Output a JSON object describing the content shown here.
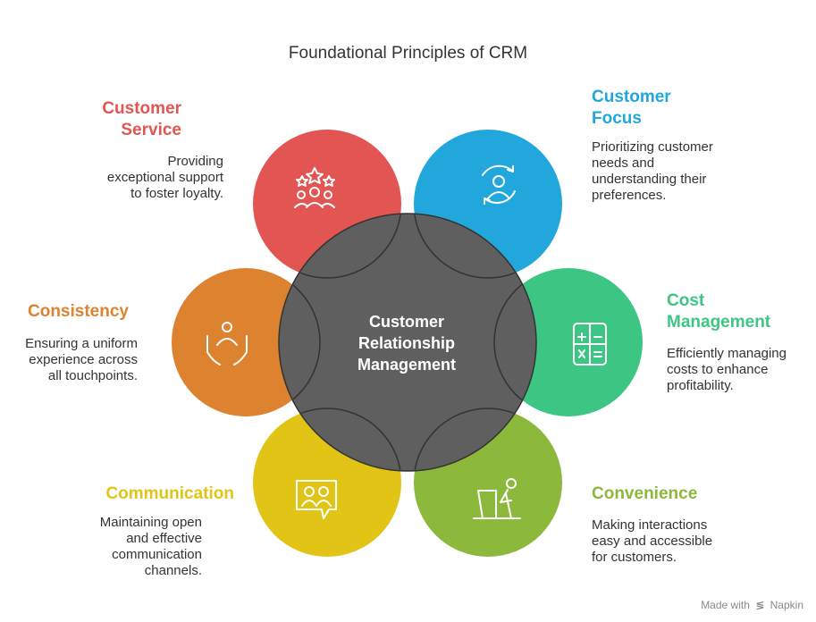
{
  "title": "Foundational Principles of CRM",
  "center": {
    "line1": "Customer",
    "line2": "Relationship",
    "line3": "Management",
    "color": "#5f5f5f"
  },
  "principles": {
    "service": {
      "line1": "Customer",
      "line2": "Service",
      "desc1": "Providing",
      "desc2": "exceptional support",
      "desc3": "to foster loyalty.",
      "color": "#e25552",
      "icon": "stars-team-icon"
    },
    "focus": {
      "line1": "Customer",
      "line2": "Focus",
      "desc1": "Prioritizing customer",
      "desc2": "needs and",
      "desc3": "understanding their",
      "desc4": "preferences.",
      "color": "#22a7dc",
      "icon": "customer-cycle-icon"
    },
    "cost": {
      "line1": "Cost",
      "line2": "Management",
      "desc1": "Efficiently managing",
      "desc2": "costs to enhance",
      "desc3": "profitability.",
      "color": "#3dc683",
      "icon": "calculator-icon"
    },
    "convenience": {
      "line1": "Convenience",
      "desc1": "Making interactions",
      "desc2": "easy and accessible",
      "desc3": "for customers.",
      "color": "#8cb83b",
      "icon": "person-counter-icon"
    },
    "communication": {
      "line1": "Communication",
      "desc1": "Maintaining open",
      "desc2": "and effective",
      "desc3": "communication",
      "desc4": "channels.",
      "color": "#e2c417",
      "icon": "chat-people-icon"
    },
    "consistency": {
      "line1": "Consistency",
      "desc1": "Ensuring a uniform",
      "desc2": "experience across",
      "desc3": "all touchpoints.",
      "color": "#dd822e",
      "icon": "hands-person-icon"
    }
  },
  "credit": {
    "prefix": "Made with",
    "brand": "Napkin"
  }
}
